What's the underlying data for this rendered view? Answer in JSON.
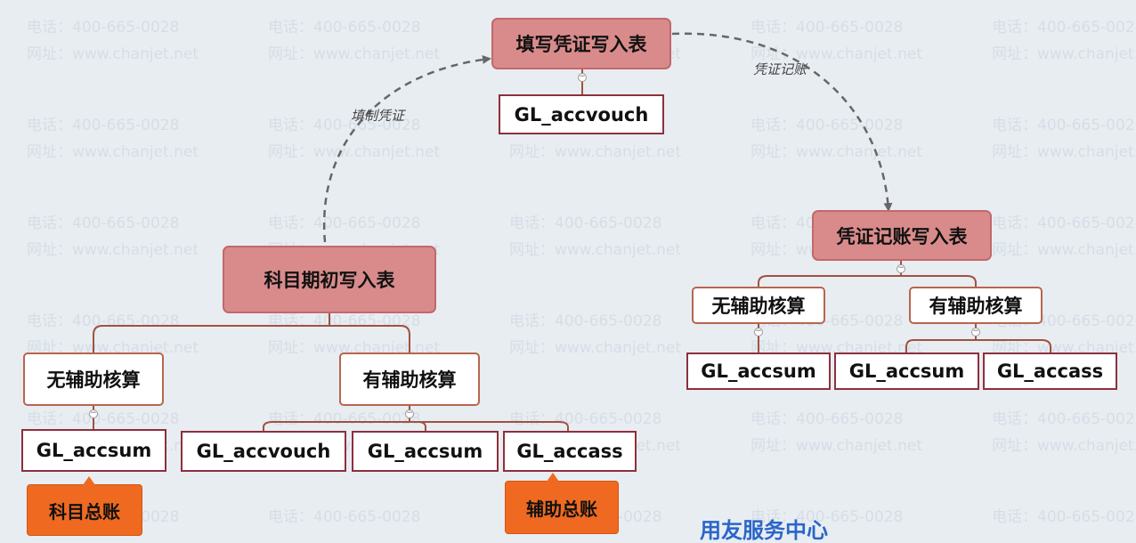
{
  "watermark": {
    "phone": "电话：400-665-0028",
    "site": "网址：www.chanjet.net"
  },
  "nodes": {
    "opening": "科目期初写入表",
    "fill_voucher": "填写凭证写入表",
    "posting": "凭证记账写入表",
    "no_aux_left": "无辅助核算",
    "has_aux_left": "有辅助核算",
    "no_aux_right": "无辅助核算",
    "has_aux_right": "有辅助核算",
    "tbl_accsum_1": "GL_accsum",
    "tbl_accvouch_1": "GL_accvouch",
    "tbl_accsum_2": "GL_accsum",
    "tbl_accass_1": "GL_accass",
    "tbl_accvouch_top": "GL_accvouch",
    "tbl_accsum_3": "GL_accsum",
    "tbl_accsum_4": "GL_accsum",
    "tbl_accass_2": "GL_accass",
    "tag_subject_ledger": "科目总账",
    "tag_aux_ledger": "辅助总账"
  },
  "edges": {
    "fill_label": "填制凭证",
    "post_label": "凭证记账"
  },
  "colors": {
    "main_fill": "#d98b8b",
    "main_border": "#c2686d",
    "tag_fill": "#ef6a20",
    "table_border": "#8e2f3c",
    "link_color": "#a0523f",
    "arrow_color": "#666666"
  },
  "bottom_text": "用友服务中心"
}
